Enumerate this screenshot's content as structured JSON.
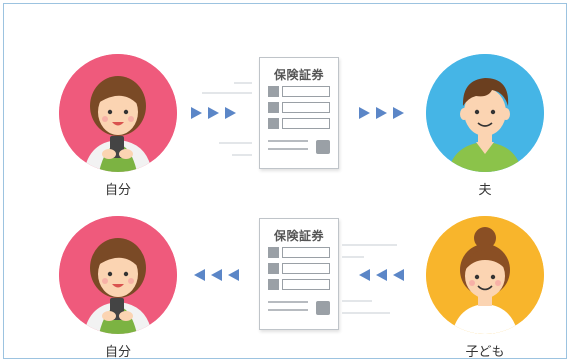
{
  "row1": {
    "left_label": "自分",
    "right_label": "夫",
    "document_title": "保険証券",
    "direction": "left-to-right"
  },
  "row2": {
    "left_label": "自分",
    "right_label": "子ども",
    "document_title": "保険証券",
    "direction": "right-to-left"
  },
  "colors": {
    "self_bg": "#ef5a7c",
    "husband_bg": "#45b5e6",
    "child_bg": "#f8b52c",
    "arrow": "#5b86c7"
  }
}
